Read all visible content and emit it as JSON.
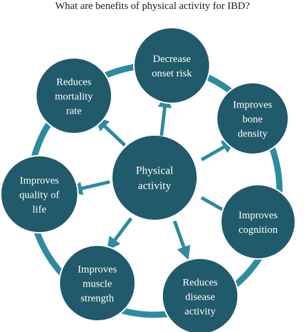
{
  "title": "What are benefits of physical activity for IBD?",
  "colors": {
    "node_fill": "#215a6a",
    "ring": "#2e8a9f",
    "arrow": "#2e8a9f",
    "node_text": "#ffffff",
    "title_text": "#1a1a1a"
  },
  "center": {
    "label": [
      "Physical",
      "activity"
    ]
  },
  "nodes": [
    {
      "id": "decrease-onset-risk",
      "label": [
        "Decrease",
        "onset risk"
      ]
    },
    {
      "id": "improves-bone-density",
      "label": [
        "Improves",
        "bone",
        "density"
      ]
    },
    {
      "id": "improves-cognition",
      "label": [
        "Improves",
        "cognition"
      ]
    },
    {
      "id": "reduces-disease-activity",
      "label": [
        "Reduces",
        "disease",
        "activity"
      ]
    },
    {
      "id": "improves-muscle-strength",
      "label": [
        "Improves",
        "muscle",
        "strength"
      ]
    },
    {
      "id": "improves-quality-of-life",
      "label": [
        "Improves",
        "quality of",
        "life"
      ]
    },
    {
      "id": "reduces-mortality-rate",
      "label": [
        "Reduces",
        "mortality",
        "rate"
      ]
    }
  ]
}
